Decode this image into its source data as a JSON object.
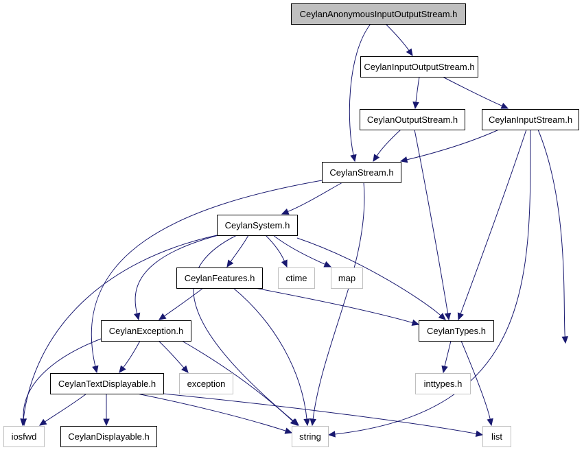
{
  "diagram": {
    "nodes": [
      {
        "id": "anon",
        "label": "CeylanAnonymousInputOutputStream.h",
        "kind": "root"
      },
      {
        "id": "io",
        "label": "CeylanInputOutputStream.h",
        "kind": "project"
      },
      {
        "id": "out",
        "label": "CeylanOutputStream.h",
        "kind": "project"
      },
      {
        "id": "in",
        "label": "CeylanInputStream.h",
        "kind": "project"
      },
      {
        "id": "stream",
        "label": "CeylanStream.h",
        "kind": "project"
      },
      {
        "id": "system",
        "label": "CeylanSystem.h",
        "kind": "project"
      },
      {
        "id": "features",
        "label": "CeylanFeatures.h",
        "kind": "project"
      },
      {
        "id": "ctime",
        "label": "ctime",
        "kind": "external"
      },
      {
        "id": "map",
        "label": "map",
        "kind": "external"
      },
      {
        "id": "exception_h",
        "label": "CeylanException.h",
        "kind": "project"
      },
      {
        "id": "types",
        "label": "CeylanTypes.h",
        "kind": "project"
      },
      {
        "id": "textdisp",
        "label": "CeylanTextDisplayable.h",
        "kind": "project"
      },
      {
        "id": "exception",
        "label": "exception",
        "kind": "external"
      },
      {
        "id": "inttypes",
        "label": "inttypes.h",
        "kind": "external"
      },
      {
        "id": "iosfwd",
        "label": "iosfwd",
        "kind": "external"
      },
      {
        "id": "disp",
        "label": "CeylanDisplayable.h",
        "kind": "project"
      },
      {
        "id": "string",
        "label": "string",
        "kind": "external"
      },
      {
        "id": "list",
        "label": "list",
        "kind": "external"
      }
    ],
    "edges": [
      {
        "from": "anon",
        "to": "io"
      },
      {
        "from": "anon",
        "to": "stream"
      },
      {
        "from": "io",
        "to": "out"
      },
      {
        "from": "io",
        "to": "in"
      },
      {
        "from": "out",
        "to": "stream"
      },
      {
        "from": "out",
        "to": "types"
      },
      {
        "from": "in",
        "to": "stream"
      },
      {
        "from": "in",
        "to": "types"
      },
      {
        "from": "in",
        "to": "string"
      },
      {
        "from": "in",
        "to": "list"
      },
      {
        "from": "stream",
        "to": "system"
      },
      {
        "from": "stream",
        "to": "textdisp"
      },
      {
        "from": "stream",
        "to": "string"
      },
      {
        "from": "system",
        "to": "features"
      },
      {
        "from": "system",
        "to": "ctime"
      },
      {
        "from": "system",
        "to": "map"
      },
      {
        "from": "system",
        "to": "types"
      },
      {
        "from": "system",
        "to": "exception_h"
      },
      {
        "from": "system",
        "to": "iosfwd"
      },
      {
        "from": "system",
        "to": "string"
      },
      {
        "from": "features",
        "to": "exception_h"
      },
      {
        "from": "features",
        "to": "types"
      },
      {
        "from": "features",
        "to": "string"
      },
      {
        "from": "exception_h",
        "to": "textdisp"
      },
      {
        "from": "exception_h",
        "to": "exception"
      },
      {
        "from": "exception_h",
        "to": "iosfwd"
      },
      {
        "from": "exception_h",
        "to": "string"
      },
      {
        "from": "types",
        "to": "inttypes"
      },
      {
        "from": "types",
        "to": "list"
      },
      {
        "from": "textdisp",
        "to": "disp"
      },
      {
        "from": "textdisp",
        "to": "iosfwd"
      },
      {
        "from": "textdisp",
        "to": "string"
      },
      {
        "from": "textdisp",
        "to": "list"
      }
    ],
    "colors": {
      "edge": "#191970",
      "root_fill": "#bfbfbf",
      "project_border": "#000000",
      "external_border": "#bfbfbf",
      "text": "#000000"
    }
  }
}
